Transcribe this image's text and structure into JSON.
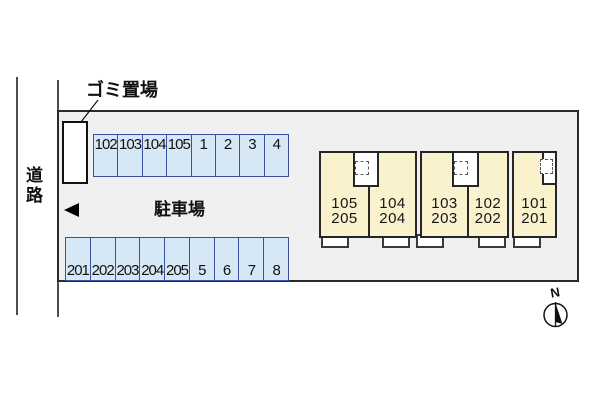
{
  "diagram": {
    "type": "apartment-site-plan",
    "labels": {
      "road": "道路",
      "garbage_area": "ゴミ置場",
      "parking_lot": "駐車場",
      "north": "N"
    },
    "parking": {
      "top_row": [
        "102",
        "103",
        "104",
        "105",
        "1",
        "2",
        "3",
        "4"
      ],
      "bottom_row": [
        "201",
        "202",
        "203",
        "204",
        "205",
        "5",
        "6",
        "7",
        "8"
      ]
    },
    "building": {
      "units": [
        {
          "upper": "105",
          "lower": "205"
        },
        {
          "upper": "104",
          "lower": "204"
        },
        {
          "upper": "103",
          "lower": "203"
        },
        {
          "upper": "102",
          "lower": "202"
        },
        {
          "upper": "101",
          "lower": "201"
        }
      ]
    },
    "colors": {
      "parking_fill": "#d6e7f6",
      "parking_border": "#3c50a2",
      "building_fill": "#faf2cc",
      "site_fill": "#f0f0f0",
      "outline": "#2b2b2b"
    }
  }
}
